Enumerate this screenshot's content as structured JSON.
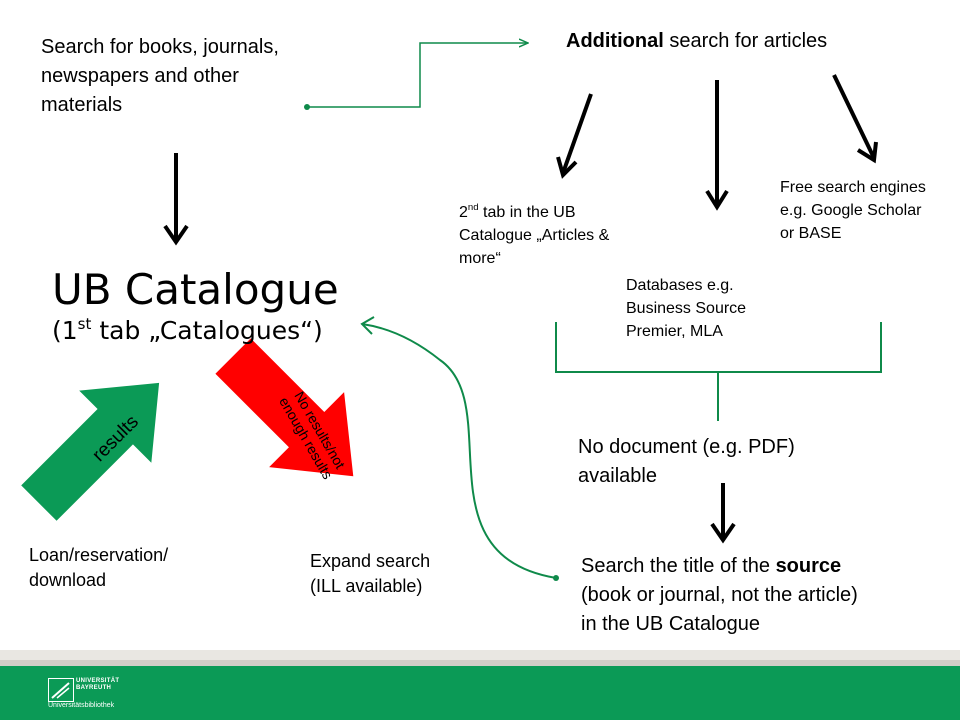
{
  "top_left_text": [
    "Search for books, journals,",
    "newspapers and other",
    "materials"
  ],
  "additional": {
    "bold": "Additional",
    "rest": " search for articles"
  },
  "tab2": {
    "num": "2",
    "sup": "nd",
    "rest1": " tab in the UB",
    "line2": "Catalogue „Articles &",
    "line3": "more“"
  },
  "databases": [
    "Databases e.g.",
    "Business Source",
    "Premier, MLA"
  ],
  "engines": [
    "Free search engines",
    "e.g. Google Scholar",
    "or BASE"
  ],
  "catalogue": {
    "title": "UB Catalogue",
    "sub_open": "(1",
    "sub_sup": "st",
    "sub_rest": " tab „Catalogues“)"
  },
  "results_label": "results",
  "no_results_label": [
    "No results/not",
    "enough results"
  ],
  "loan": [
    "Loan/reservation/",
    "download"
  ],
  "expand": [
    "Expand search",
    "(ILL available)"
  ],
  "no_document": [
    "No document (e.g. PDF)",
    "available"
  ],
  "search_source": {
    "pre": "Search the title of the ",
    "bold": "source",
    "line2": "(book or journal, not the article)",
    "line3": "in the UB Catalogue"
  },
  "logo": {
    "line1": "UNIVERSITÄT",
    "line2": "BAYREUTH",
    "line3": "Universitätsbibliothek"
  },
  "colors": {
    "green": "#0b9a56",
    "red": "#ff0000",
    "connector": "#0f8a4a"
  }
}
